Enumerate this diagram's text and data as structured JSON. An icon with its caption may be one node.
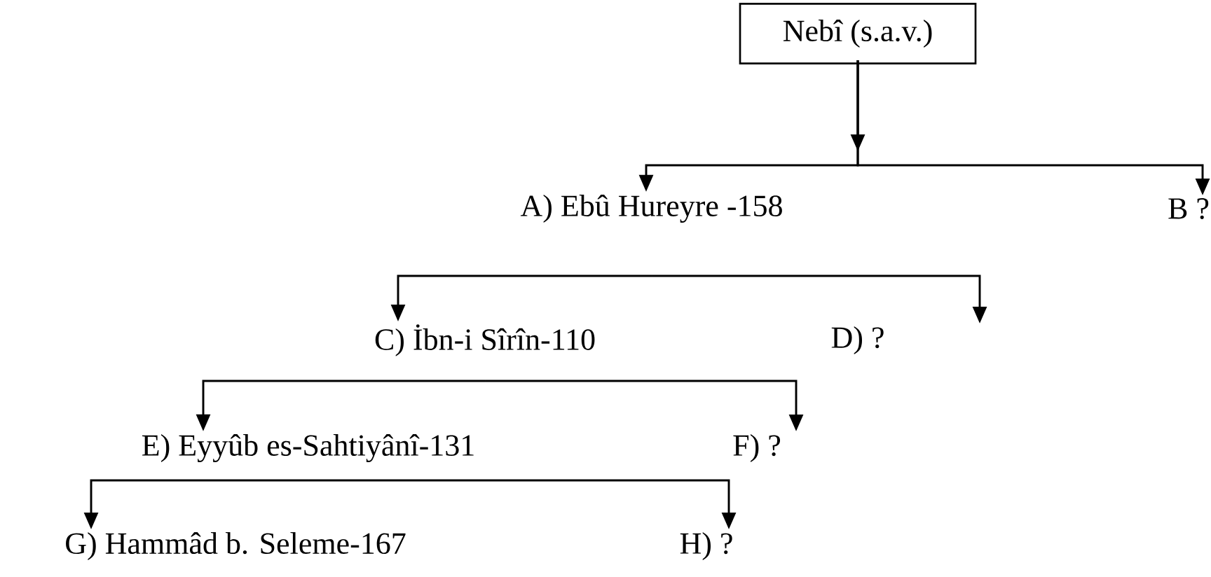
{
  "diagram": {
    "nodes": [
      {
        "text": [
          "Nebî (s.a.v.)"
        ]
      },
      {
        "text": [
          "A) Ebû Hureyre -158"
        ]
      },
      {
        "text": [
          "B ?"
        ]
      },
      {
        "text": [
          "C) İbn-i Sîrîn-110"
        ]
      },
      {
        "text": [
          "D) ?"
        ]
      },
      {
        "text": [
          "E) Eyyûb es-Sahtiyânî-131"
        ]
      },
      {
        "text": [
          "F) ?"
        ]
      },
      {
        "text": [
          "G) Hammâd b. Seleme-167"
        ]
      },
      {
        "text": [
          "H) ?"
        ]
      }
    ],
    "edges": [
      {
        "from": 0,
        "to": 1,
        "arrow": "to"
      },
      {
        "from": 0,
        "to": 2,
        "arrow": "to"
      },
      {
        "from": 1,
        "to": 3,
        "arrow": "to"
      },
      {
        "from": 1,
        "to": 4,
        "arrow": "to"
      },
      {
        "from": 3,
        "to": 5,
        "arrow": "to"
      },
      {
        "from": 3,
        "to": 6,
        "arrow": "to"
      },
      {
        "from": 5,
        "to": 7,
        "arrow": "to"
      },
      {
        "from": 5,
        "to": 8,
        "arrow": "to"
      }
    ]
  }
}
